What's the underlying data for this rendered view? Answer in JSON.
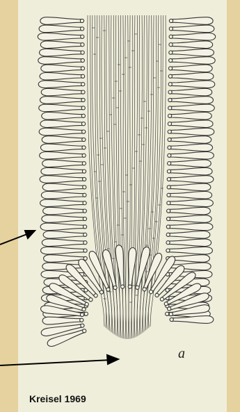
{
  "figure": {
    "panel_label": "a",
    "caption": "Kreisel 1969"
  },
  "annotations": [
    {
      "name": "arrow-to-side-cells"
    },
    {
      "name": "arrow-to-apex-cells"
    }
  ],
  "colors": {
    "background": "#e5d29e",
    "plate": "#efeeda",
    "ink": "#333333"
  }
}
